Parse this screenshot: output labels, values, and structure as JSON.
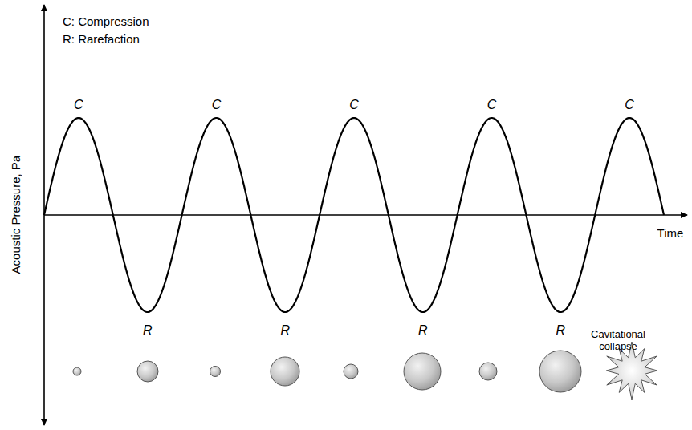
{
  "diagram": {
    "labels": [
      "C: Compression",
      "R: Rarefaction",
      "C",
      "C",
      "C",
      "C",
      "C",
      "Time",
      "Acoustic Pressure, Pa",
      "R",
      "R",
      "R",
      "R",
      "Cavitational collapse"
    ]
  }
}
